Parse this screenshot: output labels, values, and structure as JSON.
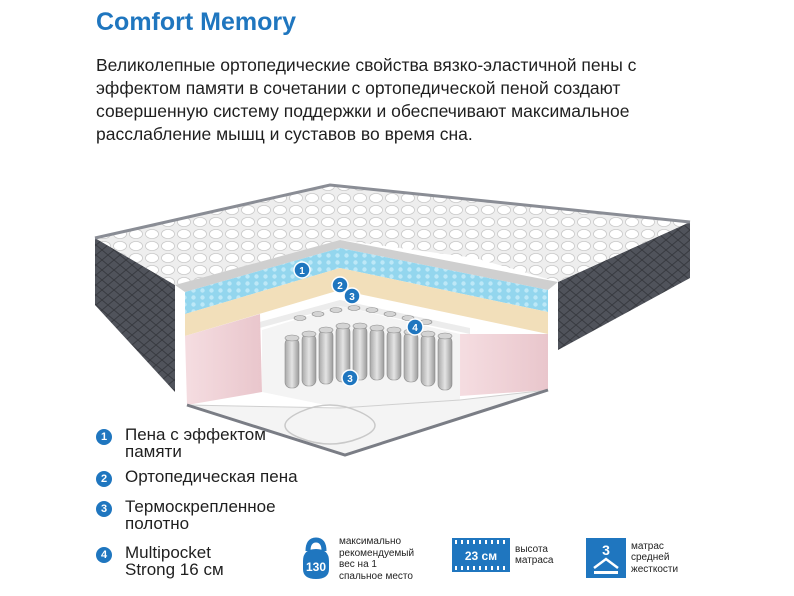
{
  "title": "Comfort Memory",
  "description": [
    "Великолепные ортопедические свойства вязко-эластичной пены с",
    "эффектом памяти в сочетании с ортопедической пеной создают",
    "совершенную систему поддержки и обеспечивают максимальное",
    "расслабление мышц и суставов во время сна."
  ],
  "diagram_markers": [
    "1",
    "2",
    "3",
    "4",
    "3"
  ],
  "legend": [
    {
      "num": "1",
      "lines": [
        "Пена с эффектом",
        "памяти"
      ]
    },
    {
      "num": "2",
      "lines": [
        "Ортопедическая пена"
      ]
    },
    {
      "num": "3",
      "lines": [
        "Термоскрепленное",
        "полотно"
      ]
    },
    {
      "num": "4",
      "lines": [
        "Multipocket",
        "Strong 16 см"
      ]
    }
  ],
  "specs": {
    "weight": {
      "icon": "kettlebell-icon",
      "value": "130",
      "lines": [
        "максимально",
        "рекомендуемый",
        "вес на 1",
        "спальное место"
      ]
    },
    "height": {
      "icon": "height-ruler-icon",
      "value": "23 см",
      "lines": [
        "высота",
        "матраса"
      ]
    },
    "firmness": {
      "icon": "firmness-icon",
      "value": "3",
      "lines": [
        "матрас",
        "средней",
        "жесткости"
      ]
    }
  },
  "colors": {
    "accent": "#1f76bf",
    "border_dark": "#4a4d55",
    "memory_foam": "#8fd4ec",
    "ortho_foam": "#f1deb9",
    "side_foam": "#f1d5da"
  }
}
